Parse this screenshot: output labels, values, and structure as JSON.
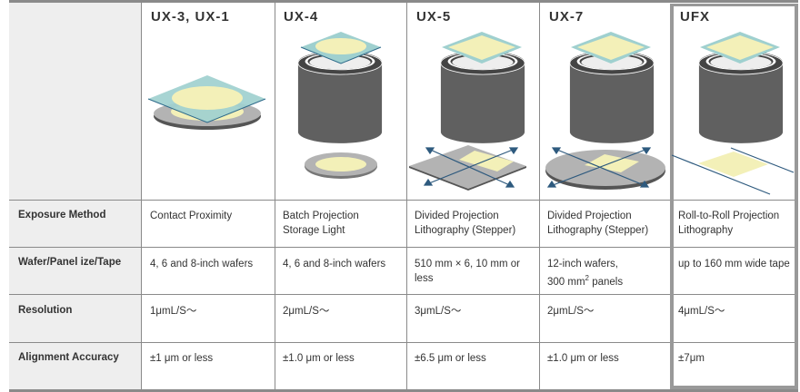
{
  "columns": [
    {
      "name": "UX-3, UX-1",
      "exposure": "Contact Proximity",
      "size": "4, 6 and 8-inch wafers",
      "resolution": "1μmL/S～",
      "alignment": "±1 μm or less"
    },
    {
      "name": "UX-4",
      "exposure": "Batch Projection Storage Light",
      "size": "4, 6 and 8-inch wafers",
      "resolution": "2μmL/S～",
      "alignment": "±1.0 μm or less"
    },
    {
      "name": "UX-5",
      "exposure": "Divided Projection Lithography (Stepper)",
      "size": "510 mm × 6, 10 mm or less",
      "resolution": "3μmL/S～",
      "alignment": "±6.5 μm or less"
    },
    {
      "name": "UX-7",
      "exposure": "Divided Projection Lithography (Stepper)",
      "size_line1": "12-inch wafers,",
      "size_line2": "300 mm",
      "size_sup": "2",
      "size_line2b": " panels",
      "resolution": "2μmL/S～",
      "alignment": "±1.0 μm or less"
    },
    {
      "name": "UFX",
      "exposure": "Roll-to-Roll Projection Lithography",
      "size": "up to 160 mm wide tape",
      "resolution": "4μmL/S～",
      "alignment": "±7μm"
    }
  ],
  "row_labels": {
    "exposure": "Exposure Method",
    "size": "Wafer/Panel ize/Tape",
    "resolution": "Resolution",
    "alignment": "Alignment Accuracy"
  },
  "colors": {
    "mask": "#9fd0cf",
    "wafer": "#f3f0b8",
    "lens": "#606060",
    "stage": "#b3b3b3",
    "arrow": "#2e5a7e"
  }
}
